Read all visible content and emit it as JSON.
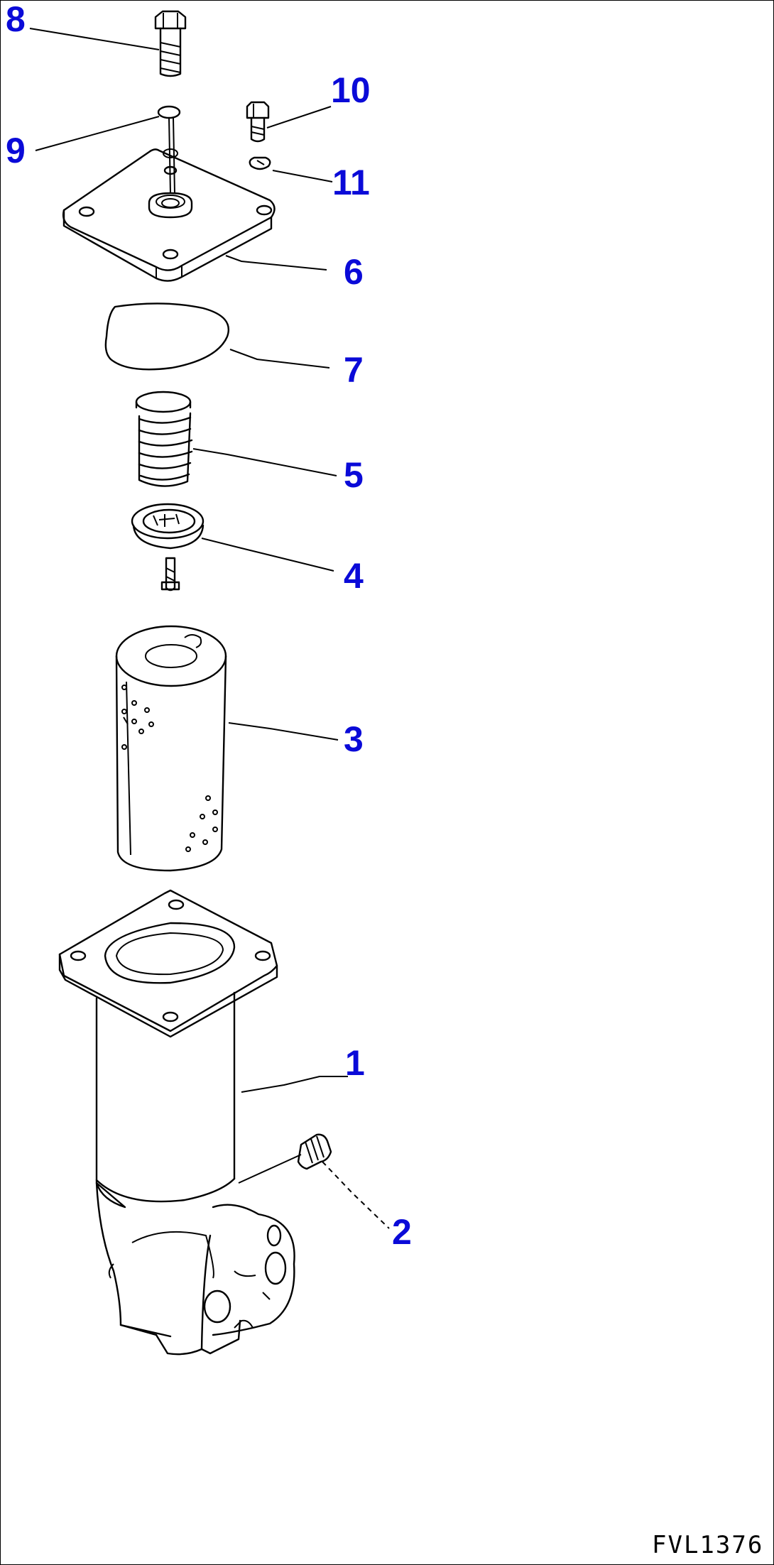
{
  "drawing_code": "FVL1376",
  "callouts": [
    {
      "id": "8",
      "label": "8"
    },
    {
      "id": "9",
      "label": "9"
    },
    {
      "id": "10",
      "label": "10"
    },
    {
      "id": "11",
      "label": "11"
    },
    {
      "id": "6",
      "label": "6"
    },
    {
      "id": "7",
      "label": "7"
    },
    {
      "id": "5",
      "label": "5"
    },
    {
      "id": "4",
      "label": "4"
    },
    {
      "id": "3",
      "label": "3"
    },
    {
      "id": "1",
      "label": "1"
    },
    {
      "id": "2",
      "label": "2"
    }
  ],
  "colors": {
    "callout": "#0a0ad8",
    "line": "#000000",
    "background": "#ffffff"
  }
}
